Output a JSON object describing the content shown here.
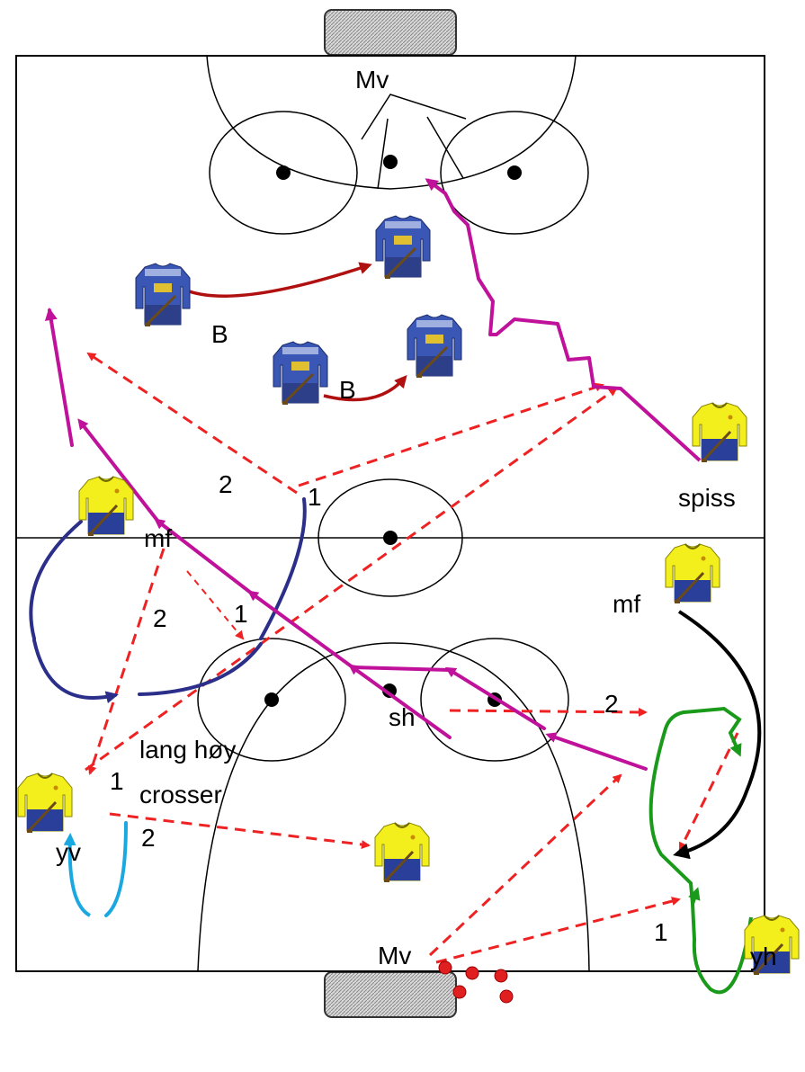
{
  "labels": {
    "goalie_top": "Mv",
    "goalie_bottom": "Mv",
    "opp1": "B",
    "opp2": "B",
    "spiss": "spiss",
    "mf_left": "mf",
    "mf_right": "mf",
    "yv": "yv",
    "yh": "yh",
    "sh": "sh",
    "note_line1": "lang høy",
    "note_line2": "crosser",
    "num_1a": "1",
    "num_2a": "2",
    "num_1b": "1",
    "num_2b": "2",
    "num_1c": "1",
    "num_2c": "2",
    "num_2d": "2",
    "num_1d": "1"
  },
  "colors": {
    "pass_dashed": "#ee2222",
    "run_magenta": "#c0119b",
    "run_navy": "#2b2f8a",
    "run_green": "#1a9a1a",
    "run_black": "#000000",
    "run_cyan": "#1aa8e0",
    "run_darkred": "#b01010",
    "team_yellow": "#f2ef1c",
    "team_blue": "#2a3f9a",
    "opponent_blue": "#3a57b5"
  },
  "icons": {
    "player_home": "yellow-jersey-icon",
    "player_opponent": "blue-jersey-icon",
    "goal": "goal-icon",
    "ball": "ball-icon"
  }
}
